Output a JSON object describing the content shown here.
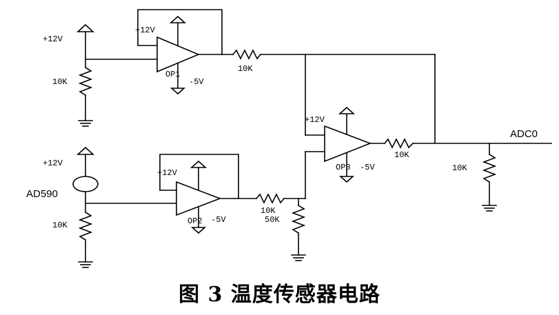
{
  "labels": {
    "v_pos_12": "+12V",
    "v_neg_5": "-5V",
    "r_10k": "10K",
    "r_50k": "50K",
    "sensor": "AD590",
    "output": "ADC0",
    "op1": "OP1",
    "op2": "OP2",
    "op3": "OP3"
  },
  "caption": "图 3 温度传感器电路"
}
